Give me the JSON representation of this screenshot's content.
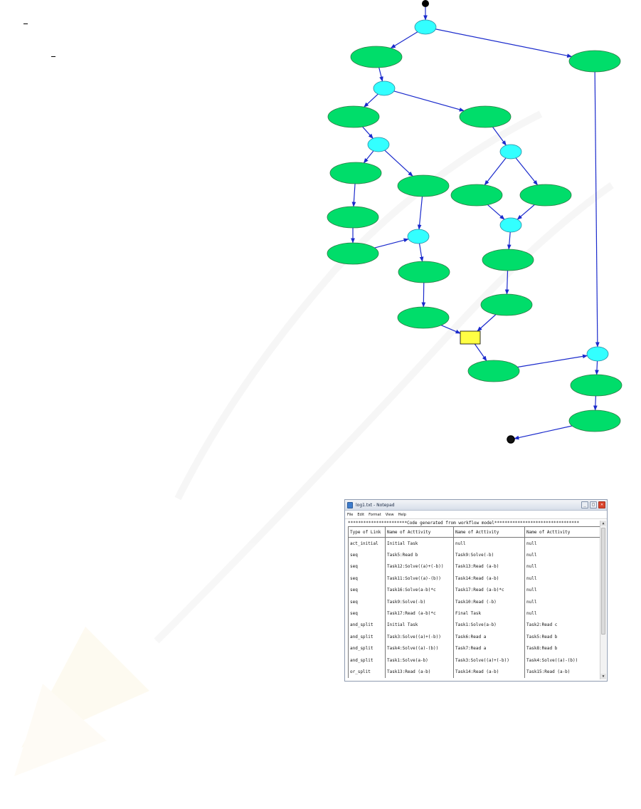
{
  "colors": {
    "task": "#00dd6a",
    "gateway": "#33ffff",
    "merge": "#ffff44",
    "edge": "#1a2acc",
    "terminal": "#000000"
  },
  "notepad": {
    "title": "log1.txt - Notepad",
    "menu": [
      "File",
      "Edit",
      "Format",
      "View",
      "Help"
    ],
    "banner": "***********************Code generated from workflow model*********************************",
    "columns": [
      "Type of Link",
      "Name of Acttivity",
      "Name of Acttivity",
      "Name of Acttivity"
    ],
    "rows": [
      [
        "act_initial",
        "Initial Task",
        "null",
        "null"
      ],
      [
        "seq",
        "Task5:Read b",
        "Task9:Solve(-b)",
        "null"
      ],
      [
        "seq",
        "Task12:Solve((a)+(-b))",
        "Task13:Read (a-b)",
        "null"
      ],
      [
        "seq",
        "Task11:Solve((a)-(b))",
        "Task14:Read (a-b)",
        "null"
      ],
      [
        "seq",
        "Task16:Solve(a-b)*c",
        "Task17:Read (a-b)*c",
        "null"
      ],
      [
        "seq",
        "Task9:Solve(-b)",
        "Task10:Read (-b)",
        "null"
      ],
      [
        "seq",
        "Task17:Read (a-b)*c",
        "Final Task",
        "null"
      ],
      [
        "and_split",
        "Initial Task",
        "Task1:Solve(a-b)",
        "Task2:Read c"
      ],
      [
        "and_split",
        "Task3:Solve((a)+(-b))",
        "Task6:Read a",
        "Task5:Read b"
      ],
      [
        "and_split",
        "Task4:Solve((a)-(b))",
        "Task7:Read a",
        "Task8:Read b"
      ],
      [
        "and_split",
        "Task1:Solve(a-b)",
        "Task3:Solve((a)+(-b))",
        "Task4:Solve((a)-(b))"
      ],
      [
        "or_split",
        "Task13:Read (a-b)",
        "Task14:Read (a-b)",
        "Task15:Read (a-b)"
      ]
    ]
  }
}
